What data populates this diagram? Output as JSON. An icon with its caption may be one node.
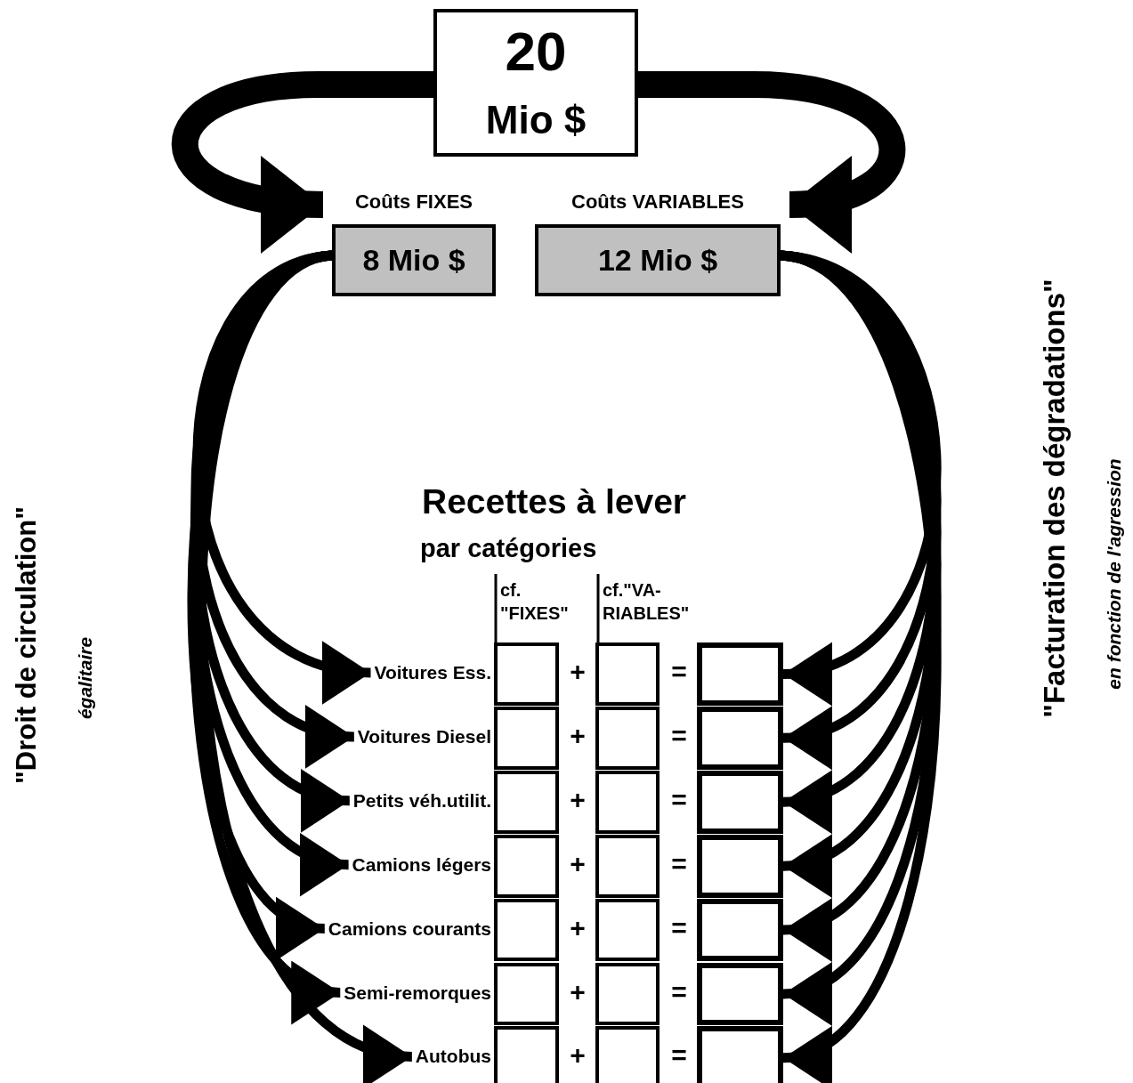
{
  "diagram": {
    "title": "Recettes à lever",
    "nodes": [
      {
        "text": [
          "20",
          "Mio $"
        ]
      },
      {
        "text": [
          "Coûts FIXES",
          "8 Mio $"
        ]
      },
      {
        "text": [
          "Coûts VARIABLES",
          "12 Mio $"
        ]
      },
      {
        "text": [
          "Voitures Ess."
        ]
      },
      {
        "text": [],
        "shape": "box"
      },
      {
        "text": [
          "Voitures Diesel"
        ]
      },
      {
        "text": [],
        "shape": "box"
      },
      {
        "text": [
          "Petits véh.utilit."
        ]
      },
      {
        "text": [],
        "shape": "box"
      },
      {
        "text": [
          "Camions légers"
        ]
      },
      {
        "text": [],
        "shape": "box"
      },
      {
        "text": [
          "Camions courants"
        ]
      },
      {
        "text": [],
        "shape": "box"
      },
      {
        "text": [
          "Semi-remorques"
        ]
      },
      {
        "text": [],
        "shape": "box"
      },
      {
        "text": [
          "Autobus"
        ]
      },
      {
        "text": [],
        "shape": "box"
      }
    ],
    "edges": [
      {
        "from": 0,
        "to": 1,
        "arrow": "to",
        "style": "thick"
      },
      {
        "from": 0,
        "to": 2,
        "arrow": "to",
        "style": "thick"
      },
      {
        "from": 1,
        "to": 3,
        "arrow": "to"
      },
      {
        "from": 1,
        "to": 5,
        "arrow": "to"
      },
      {
        "from": 1,
        "to": 7,
        "arrow": "to"
      },
      {
        "from": 1,
        "to": 9,
        "arrow": "to"
      },
      {
        "from": 1,
        "to": 11,
        "arrow": "to"
      },
      {
        "from": 1,
        "to": 13,
        "arrow": "to"
      },
      {
        "from": 1,
        "to": 15,
        "arrow": "to"
      },
      {
        "from": 2,
        "to": 4,
        "arrow": "to"
      },
      {
        "from": 2,
        "to": 6,
        "arrow": "to"
      },
      {
        "from": 2,
        "to": 8,
        "arrow": "to"
      },
      {
        "from": 2,
        "to": 10,
        "arrow": "to"
      },
      {
        "from": 2,
        "to": 12,
        "arrow": "to"
      },
      {
        "from": 2,
        "to": 14,
        "arrow": "to"
      },
      {
        "from": 2,
        "to": 16,
        "arrow": "to"
      }
    ],
    "labels": [
      "\"Droit de circulation\"",
      "égalitaire",
      "par catégories",
      "cf. \"FIXES\"",
      "cf.\"VA- RIABLES\"",
      "+",
      "=",
      "+",
      "=",
      "+",
      "=",
      "+",
      "=",
      "+",
      "=",
      "+",
      "=",
      "+",
      "=",
      "\"Facturation des dégradations\"",
      "en fonction de l'agression"
    ]
  }
}
